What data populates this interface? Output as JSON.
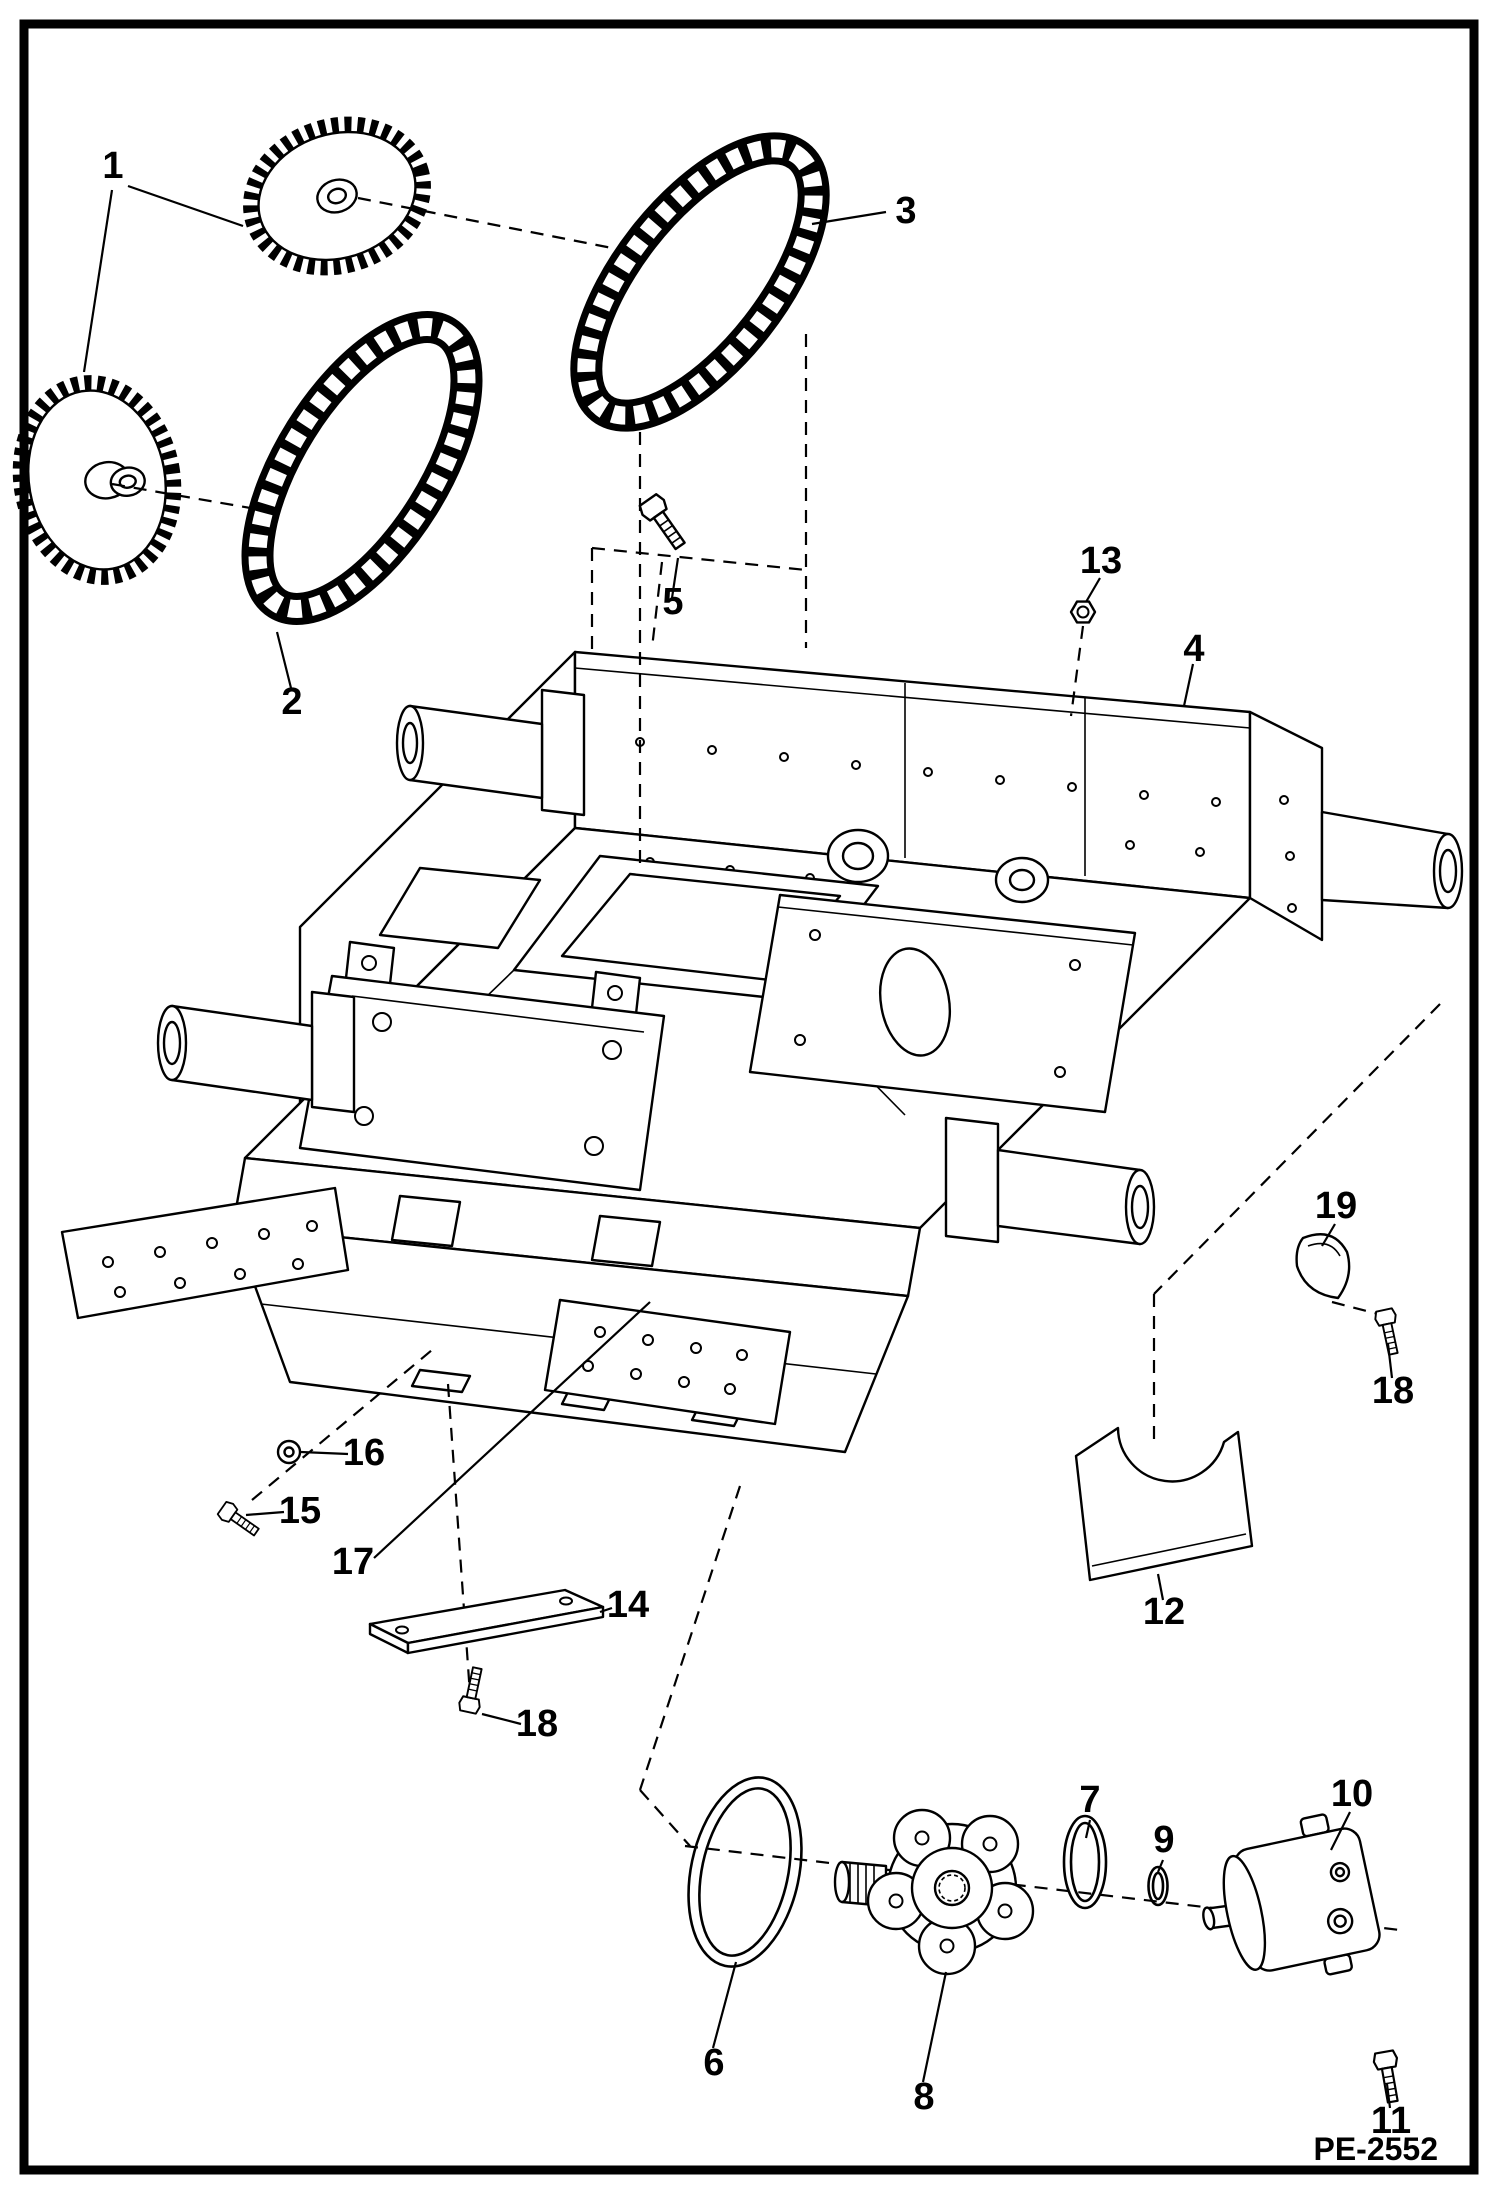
{
  "page": {
    "figure_code": "PE-2552",
    "callouts": {
      "c1": "1",
      "c2": "2",
      "c3": "3",
      "c4": "4",
      "c5": "5",
      "c6": "6",
      "c7": "7",
      "c8": "8",
      "c9": "9",
      "c10": "10",
      "c11": "11",
      "c12": "12",
      "c13": "13",
      "c14": "14",
      "c15": "15",
      "c16": "16",
      "c17": "17",
      "c18a": "18",
      "c18b": "18",
      "c19": "19"
    }
  }
}
